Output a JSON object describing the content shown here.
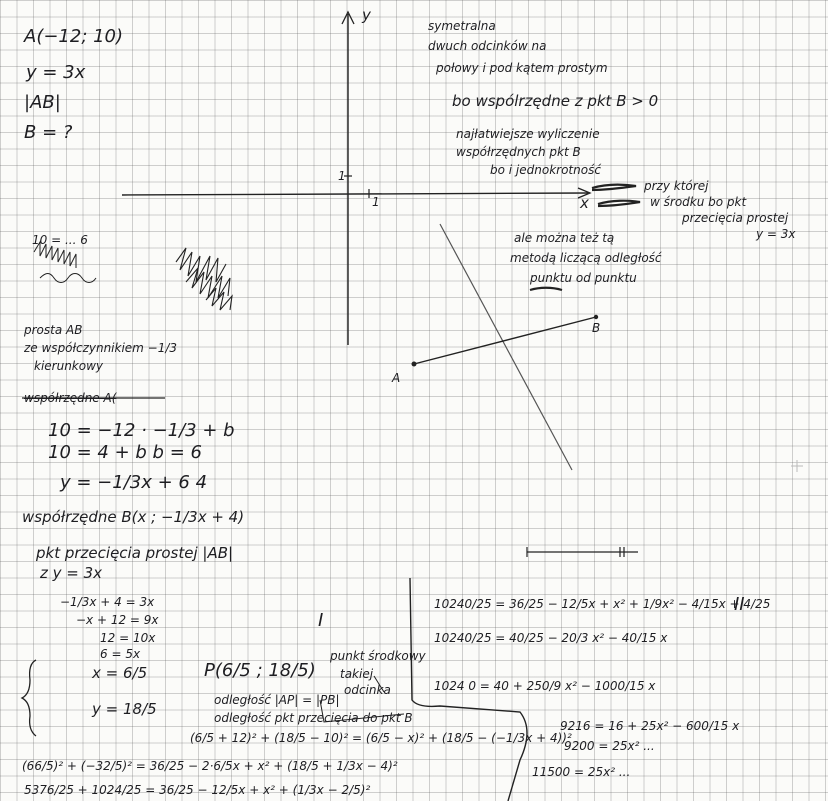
{
  "given": {
    "point_a": "A(−12; 10)",
    "line_eq": "y = 3x",
    "segment": "|AB|",
    "unknown": "B = ?"
  },
  "notes": {
    "symmetry_1": "symetralna",
    "symmetry_2": "dwuch odcinków na",
    "symmetry_3": "połowy i pod kątem prostym",
    "because": "bo wspólrzędne z pkt B > 0",
    "simplest_1": "najłatwiejsze wyliczenie",
    "simplest_2": "współrzędnych pkt B",
    "simplest_3": "bo i jednokrotność",
    "side_1": "przy której",
    "side_2": "w środku bo pkt",
    "side_3": "przecięcia prostej",
    "side_4": "y = 3x",
    "alt_1": "ale można też tą",
    "alt_2": "metodą liczącą odległość",
    "alt_3": "punktu od punktu"
  },
  "graph": {
    "y_label": "y",
    "x_label": "x",
    "tick_y": "1",
    "tick_x": "1",
    "point_a_label": "A",
    "point_b_label": "B"
  },
  "work": {
    "scribble_1": "10 = ... 6",
    "line_ab_1": "prosta AB",
    "line_ab_2": "ze współczynnikiem −1/3",
    "line_ab_3": "kierunkowy",
    "coords_struck": "współrzędne A(",
    "eq_1": "10 = −12 · −1/3 + b",
    "eq_2": "10 = 4 + b     b = 6",
    "eq_3": "y = −1/3x + 6 4",
    "coords_b": "współrzędne B(x ; −1/3x + 4)",
    "intersect_1": "pkt przecięcia prostej |AB|",
    "intersect_2": "z  y = 3x",
    "sys_1": "−1/3x + 4 = 3x",
    "sys_2": "−x + 12 = 9x",
    "sys_3": "12 = 10x",
    "sys_4": "6 = 5x",
    "sys_x": "x = 6/5",
    "sys_y": "y = 18/5",
    "point_p": "P(6/5 ; 18/5)",
    "roman_one": "I",
    "roman_two": "II",
    "note_box_1": "punkt środkowy",
    "note_box_2": "takiej",
    "note_box_3": "odcinka",
    "dist_1": "odległość |AP| = |PB|",
    "dist_2": "odległość pkt przecięcia do pkt B",
    "dist_3": "(6/5 + 12)² + (18/5 − 10)² = (6/5 − x)² + (18/5 − (−1/3x + 4))²",
    "dist_4": "(66/5)² + (−32/5)² = 36/25 − 2·6/5x + x² + (18/5 + 1/3x − 4)²",
    "dist_5": "5376/25 + 1024/25 = 36/25 − 12/5x + x² + (1/3x − 2/5)²"
  },
  "right_work": {
    "r1": "10240/25 = 36/25 − 12/5x + x² + 1/9x² − 4/15x + 4/25",
    "r2": "10240/25 = 40/25 − 20/3 x² − 40/15 x",
    "r3": "1024 0 = 40 + 250/9 x² − 1000/15 x",
    "r4": "9216 = 16 + 25x² − 600/15 x",
    "r5": "9200 = 25x² ...",
    "r6": "11500 = 25x² ..."
  }
}
